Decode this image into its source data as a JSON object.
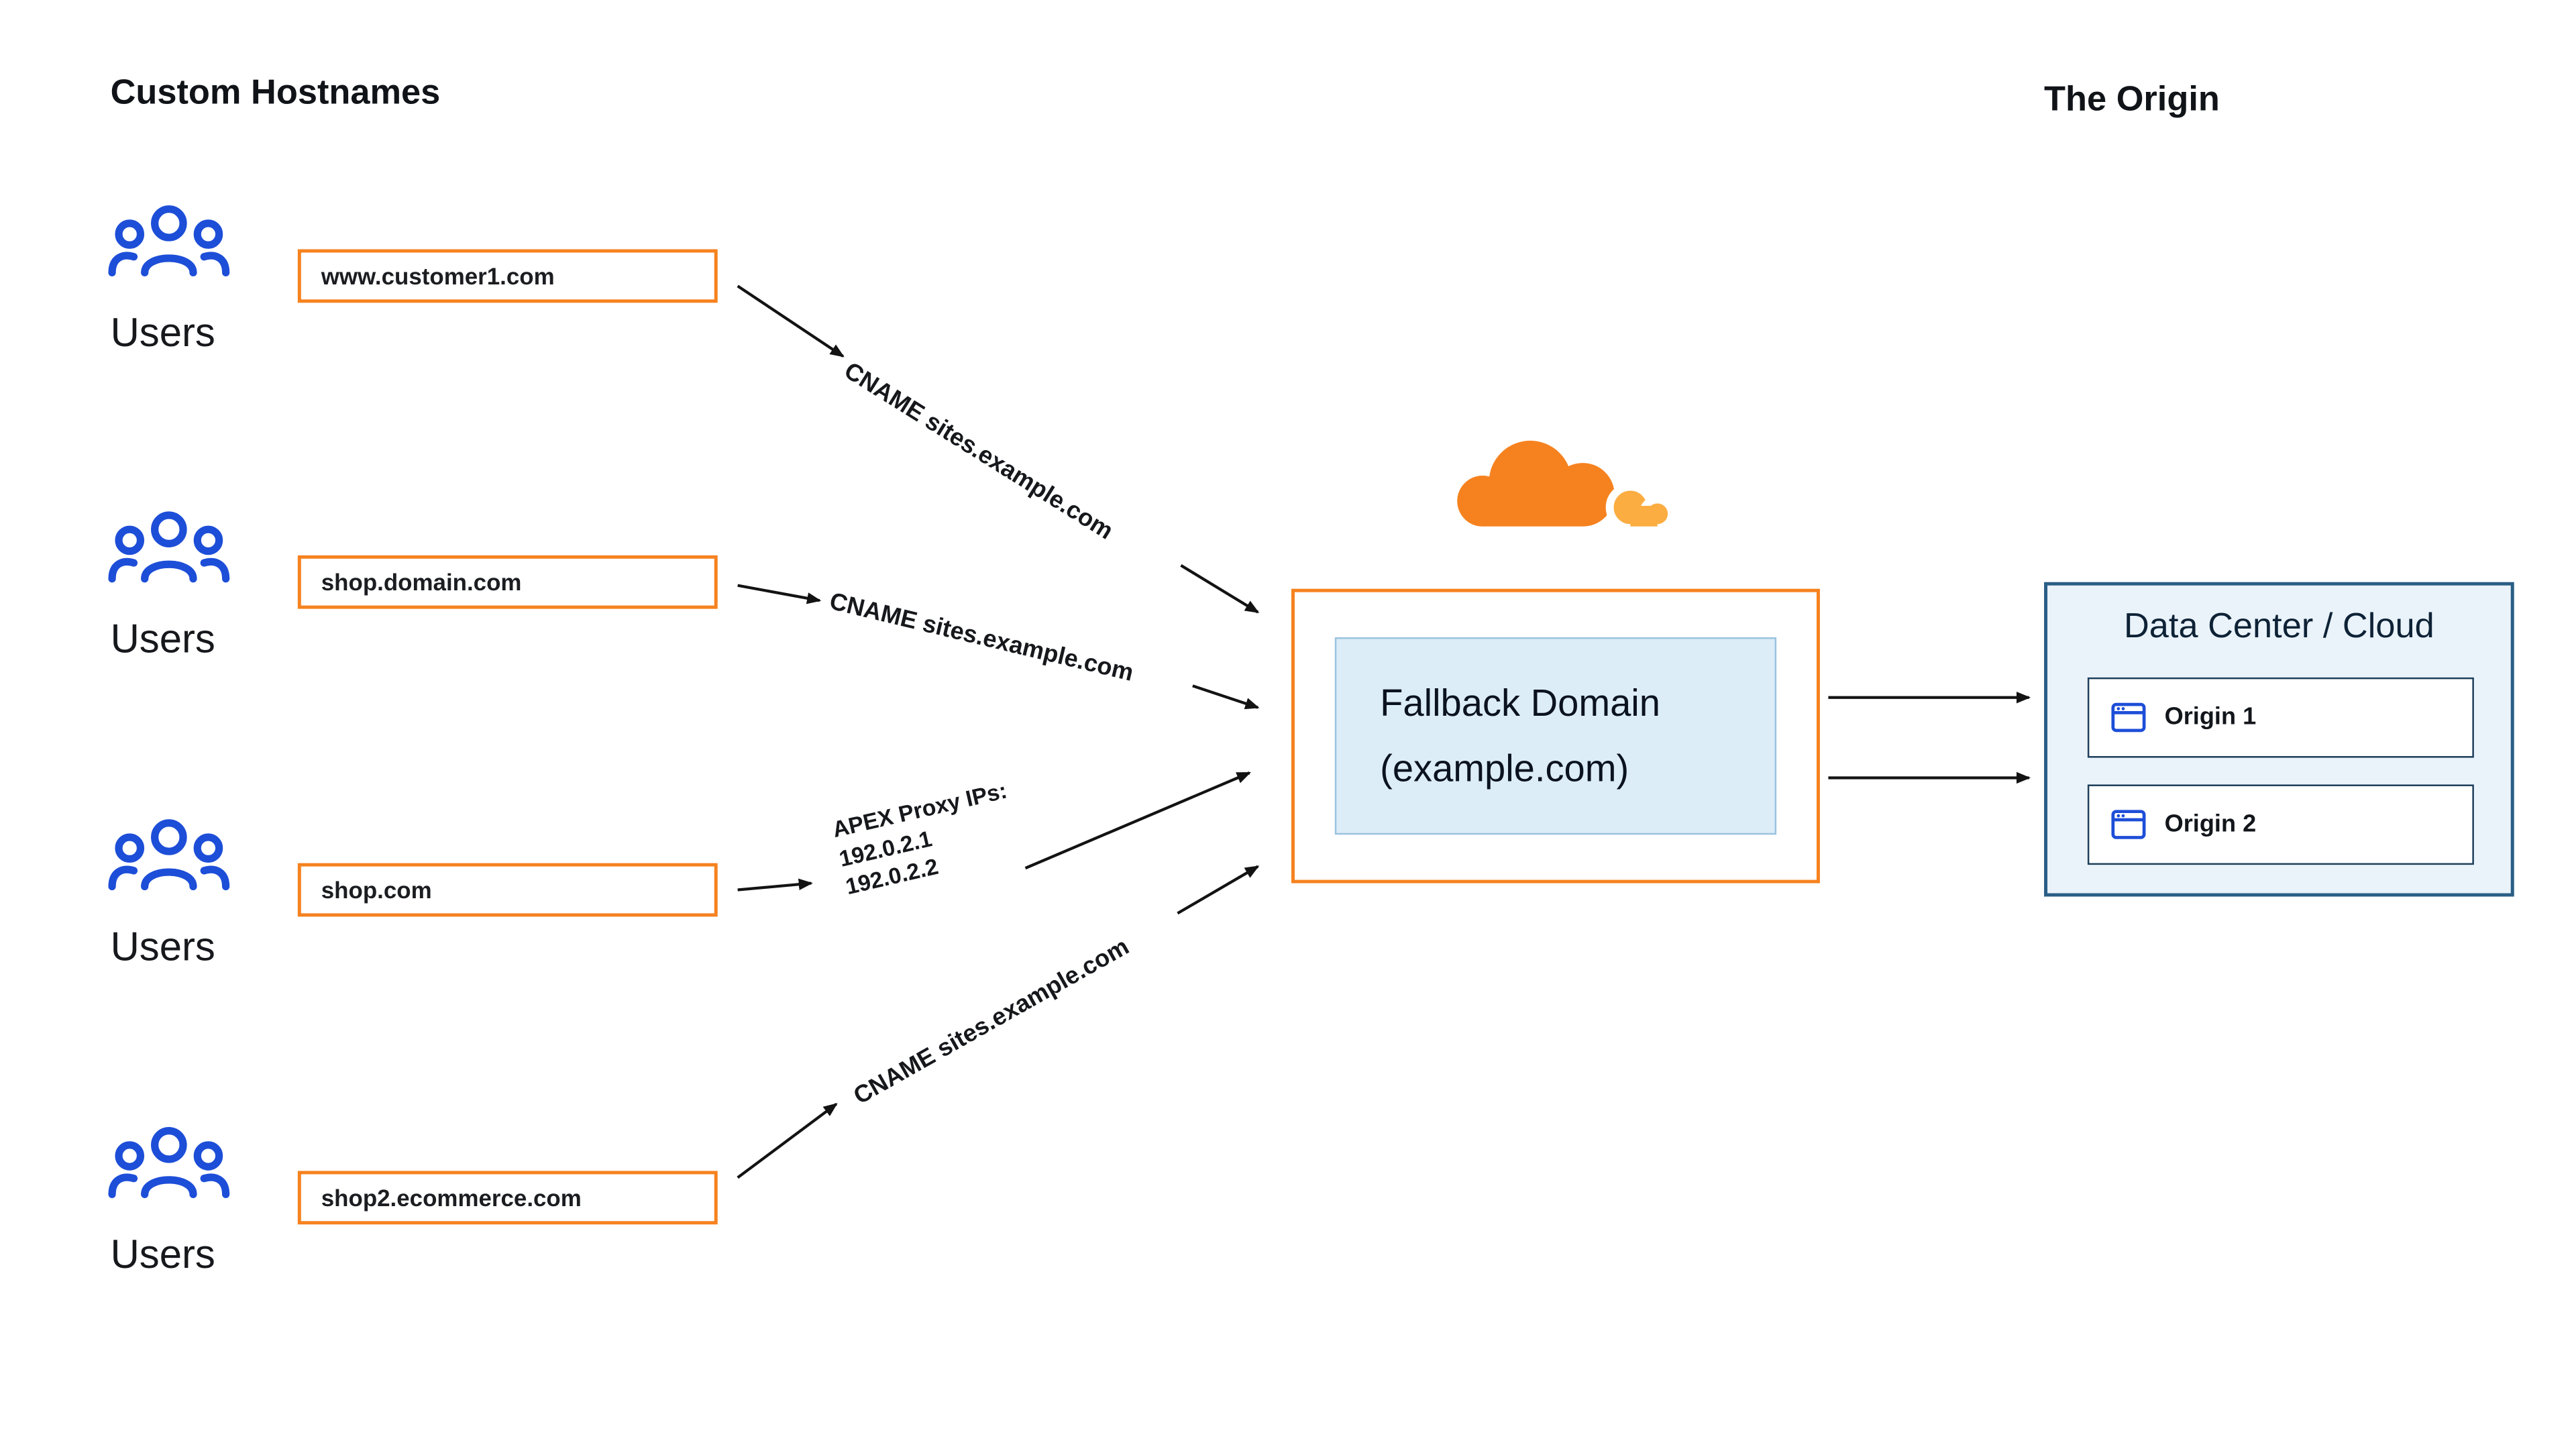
{
  "titles": {
    "left": "Custom Hostnames",
    "right": "The Origin"
  },
  "groups": [
    {
      "users_label": "Users",
      "hostname": "www.customer1.com"
    },
    {
      "users_label": "Users",
      "hostname": "shop.domain.com"
    },
    {
      "users_label": "Users",
      "hostname": "shop.com"
    },
    {
      "users_label": "Users",
      "hostname": "shop2.ecommerce.com"
    }
  ],
  "connections": [
    {
      "type": "cname",
      "label": "CNAME sites.example.com"
    },
    {
      "type": "cname",
      "label": "CNAME sites.example.com"
    },
    {
      "type": "apex",
      "lines": [
        "APEX Proxy IPs:",
        "192.0.2.1",
        "192.0.2.2"
      ]
    },
    {
      "type": "cname",
      "label": "CNAME sites.example.com"
    }
  ],
  "center": {
    "logo_icon": "cloudflare-cloud-logo",
    "line1": "Fallback Domain",
    "line2": "(example.com)"
  },
  "origin": {
    "title": "Data Center / Cloud",
    "items": [
      {
        "icon": "browser-window-icon",
        "label": "Origin 1"
      },
      {
        "icon": "browser-window-icon",
        "label": "Origin 2"
      }
    ]
  },
  "icons": {
    "users": "users-group-icon",
    "origin_server": "browser-window-icon",
    "logo": "cloudflare-cloud-logo"
  },
  "colors": {
    "orange": "#F6821F",
    "orange_light": "#FBAD41",
    "icon_blue": "#1D4ED8",
    "datacenter_fill": "#EAF3FA",
    "datacenter_border": "#2A5E85",
    "fallback_fill": "#DCEDF8",
    "arrow": "#131313"
  }
}
